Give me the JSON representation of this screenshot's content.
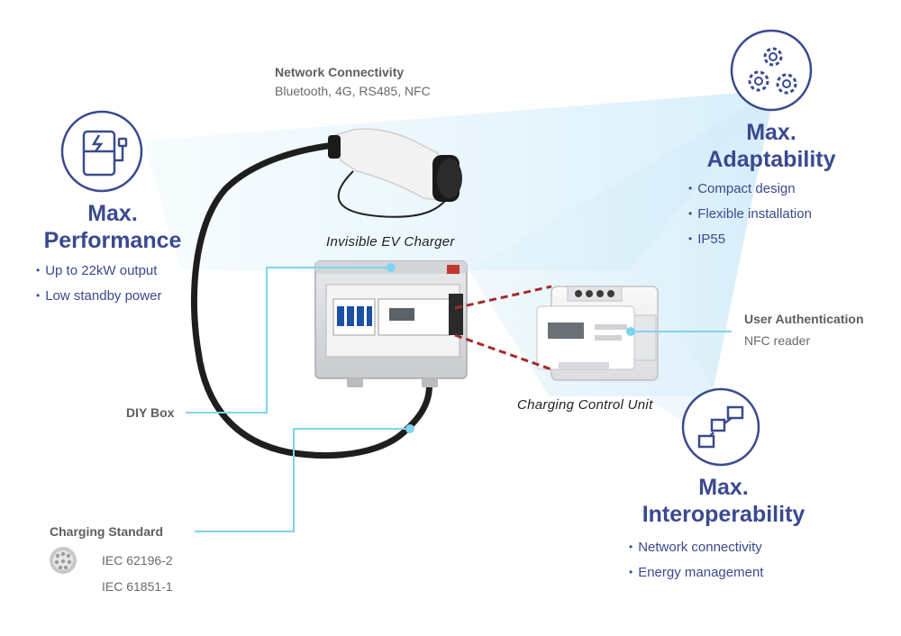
{
  "network": {
    "title": "Network Connectivity",
    "text": "Bluetooth, 4G, RS485, NFC"
  },
  "performance": {
    "icon": "ev-charger-icon",
    "title_line1": "Max.",
    "title_line2": "Performance",
    "bullets": [
      "Up to 22kW output",
      "Low standby power"
    ]
  },
  "adaptability": {
    "icon": "gears-icon",
    "title_line1": "Max.",
    "title_line2": "Adaptability",
    "bullets": [
      "Compact design",
      "Flexible installation",
      "IP55"
    ]
  },
  "interoperability": {
    "icon": "network-nodes-icon",
    "title_line1": "Max.",
    "title_line2": "Interoperability",
    "bullets": [
      "Network connectivity",
      "Energy management"
    ]
  },
  "labels": {
    "invisible_charger": "Invisible EV Charger",
    "control_unit": "Charging Control Unit"
  },
  "user_auth": {
    "title": "User Authentication",
    "text": "NFC reader"
  },
  "diy_box": {
    "title": "DIY Box"
  },
  "charging_standard": {
    "title": "Charging Standard",
    "icon": "type2-connector-icon",
    "standards": [
      "IEC 62196-2",
      "IEC 61851-1"
    ]
  },
  "colors": {
    "brand": "#3a4a8f",
    "leader": "#7fd4f0",
    "beam": "#dff1fa",
    "dashed": "#a52a2a"
  }
}
